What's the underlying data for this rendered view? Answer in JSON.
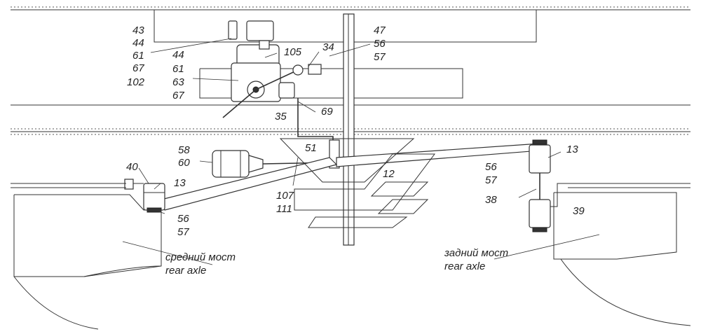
{
  "labels": {
    "l43": "43",
    "l44a": "44",
    "l61a": "61",
    "l67a": "67",
    "l102": "102",
    "l44b": "44",
    "l61b": "61",
    "l63": "63",
    "l67b": "67",
    "l105": "105",
    "l34": "34",
    "l47": "47",
    "l56a": "56",
    "l57a": "57",
    "l35": "35",
    "l69": "69",
    "l51": "51",
    "l58": "58",
    "l60": "60",
    "l40": "40",
    "l13a": "13",
    "l56b": "56",
    "l57b": "57",
    "l107": "107",
    "l111": "111",
    "l12": "12",
    "l13b": "13",
    "l56c": "56",
    "l57c": "57",
    "l38": "38",
    "l39": "39"
  },
  "axles": {
    "middle_ru": "средний мост",
    "middle_en": "rear axle",
    "rear_ru": "задний мост",
    "rear_en": "rear axle"
  }
}
